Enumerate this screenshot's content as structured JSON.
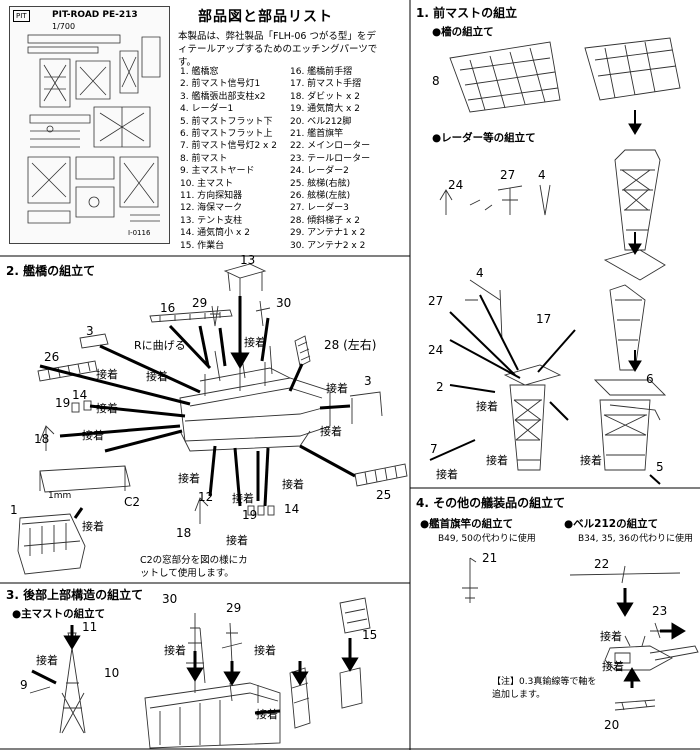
{
  "fret": {
    "brand_box": "PIT",
    "brand": "PIT-ROAD PE-213",
    "scale": "1/700",
    "part_code": "I-0116"
  },
  "parts_header": {
    "title": "部品図と部品リスト",
    "intro": "本製品は、弊社製品「FLH-06 つがる型」をディテールアップするためのエッチングパーツです。"
  },
  "parts_list_left": [
    "1. 艦橋窓",
    "2. 前マスト信号灯1",
    "3. 艦橋張出部支柱x2",
    "4. レーダー1",
    "5. 前マストフラット下",
    "6. 前マストフラット上",
    "7. 前マスト信号灯2 x 2",
    "8. 前マスト",
    "9. 主マストヤード",
    "10. 主マスト",
    "11. 方向探知器",
    "12. 海保マーク",
    "13. テント支柱",
    "14. 通気筒小 x 2",
    "15. 作業台"
  ],
  "parts_list_right": [
    "16. 艦橋前手摺",
    "17. 前マスト手摺",
    "18. ダビット x 2",
    "19. 通気筒大 x 2",
    "20. ベル212脚",
    "21. 艦首旗竿",
    "22. メインローター",
    "23. テールローター",
    "24. レーダー2",
    "25. 舷梯(右舷)",
    "26. 舷梯(左舷)",
    "27. レーダー3",
    "28. 傾斜梯子 x 2",
    "29. アンテナ1 x 2",
    "30. アンテナ2 x 2"
  ],
  "section1": {
    "title": "1. 前マストの組立",
    "sub_lattice": "●檣の組立て",
    "sub_radar": "●レーダー等の組立て",
    "labels": [
      "8",
      "24",
      "27",
      "4",
      "4",
      "27",
      "17",
      "24",
      "2",
      "6",
      "7",
      "5"
    ],
    "attach": [
      "接着",
      "接着",
      "接着",
      "接着"
    ]
  },
  "section2": {
    "title": "2. 艦橋の組立て",
    "labels": [
      "13",
      "16",
      "29",
      "30",
      "3",
      "28 (左右)",
      "26",
      "3",
      "19",
      "14",
      "18",
      "12",
      "18",
      "19",
      "14",
      "25",
      "1",
      "C2",
      "1mm"
    ],
    "bend_note": "Rに曲げる",
    "attach": [
      "接着",
      "接着",
      "接着",
      "接着",
      "接着",
      "接着",
      "接着",
      "接着",
      "接着",
      "接着",
      "接着",
      "接着"
    ],
    "note": "C2の窓部分を図の様にカットして使用します。"
  },
  "section3": {
    "title": "3. 後部上部構造の組立て",
    "sub_mast": "●主マストの組立て",
    "labels": [
      "11",
      "10",
      "9",
      "30",
      "29",
      "15"
    ],
    "attach": [
      "接着",
      "接着",
      "接着",
      "接着"
    ]
  },
  "section4": {
    "title": "4. その他の艤装品の組立て",
    "sub_flag": "●艦首旗竿の組立て",
    "flag_note": "B49, 50の代わりに使用",
    "sub_bell": "●ベル212の組立て",
    "bell_note": "B34, 35, 36の代わりに使用",
    "labels": [
      "21",
      "22",
      "23",
      "20"
    ],
    "attach": [
      "接着",
      "接着"
    ],
    "wire_note": "【注】0.3真鍮線等で軸を追加します。"
  }
}
